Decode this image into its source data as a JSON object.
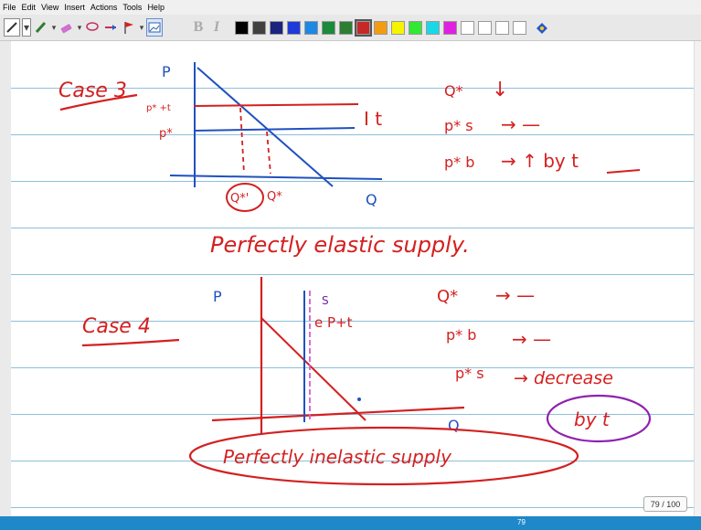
{
  "menu": [
    "File",
    "Edit",
    "View",
    "Insert",
    "Actions",
    "Tools",
    "Help"
  ],
  "toolbar": {
    "bold_label": "B",
    "italic_label": "I",
    "colors": [
      "#000000",
      "#404040",
      "#1a237e",
      "#1e3ad8",
      "#1e88e5",
      "#1b8a3a",
      "#2e7d32",
      "#c62828",
      "#f39c12",
      "#f5f500",
      "#32e832",
      "#18d8e8",
      "#e020e0",
      "#ffffff",
      "#ffffff",
      "#ffffff",
      "#ffffff"
    ],
    "tools": [
      "pen-icon",
      "dropdown-arrow",
      "highlighter-icon",
      "eraser-icon",
      "lasso-icon",
      "insert-space-icon",
      "flag-icon",
      "image-icon"
    ]
  },
  "notes": {
    "case3": {
      "title": "Case 3",
      "p_axis": "P",
      "p_star_plus_t": "p* +t",
      "p_star": "p*",
      "tax_label": "I t",
      "q_star_prime": "Q*'",
      "q_star": "Q*",
      "q_axis": "Q",
      "effects": [
        {
          "var": "Q*",
          "effect": "↓"
        },
        {
          "var": "p* s",
          "effect": "→ —"
        },
        {
          "var": "p* b",
          "effect": "→ ↑ by t"
        }
      ],
      "caption": "Perfectly elastic supply."
    },
    "case4": {
      "title": "Case 4",
      "p_axis": "P",
      "s_label": "S",
      "ept_label": "e P+t",
      "q_axis": "Q",
      "effects": [
        {
          "var": "Q*",
          "effect": "→ —"
        },
        {
          "var": "p* b",
          "effect": "→ —"
        },
        {
          "var": "p* s",
          "effect": "→ decrease"
        }
      ],
      "by_t": "by t",
      "caption": "Perfectly inelastic supply"
    }
  },
  "page_indicator": "79 / 100",
  "page_number_bottom": "79"
}
